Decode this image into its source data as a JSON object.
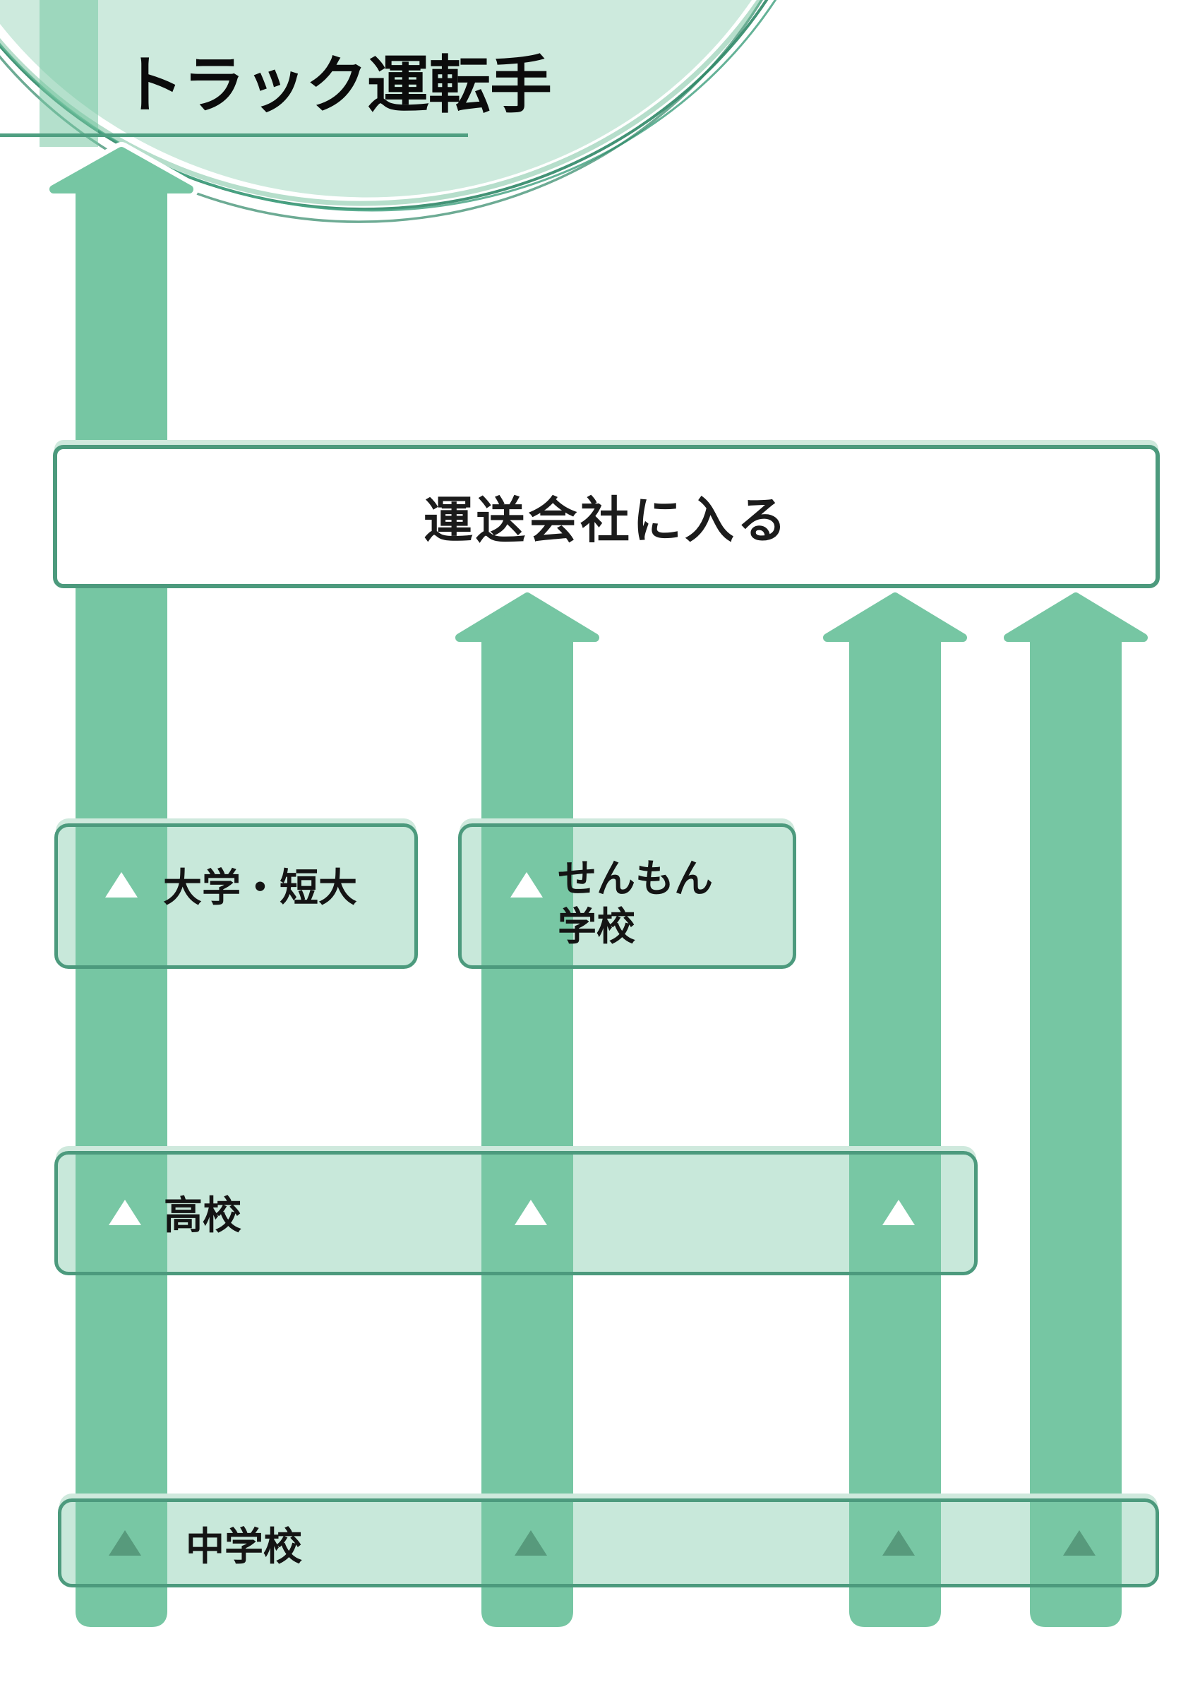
{
  "title": "トラック運転手",
  "goal": {
    "label": "運送会社に入る"
  },
  "university": {
    "label": "大学・短大"
  },
  "vocational": {
    "line1": "せんもん",
    "line2": "学校"
  },
  "high_school": {
    "label": "高校"
  },
  "junior_high": {
    "label": "中学校"
  },
  "icons": {
    "triangle_marker": "▲",
    "arrow_direction": "up"
  },
  "colors": {
    "arrow-green": "#76c6a3",
    "box-fill-light": "#cfe9dd",
    "box-fill-translucent": "rgba(124,199,168,0.42)",
    "box-border": "#4c9a7d",
    "underline-green": "#4f9f81",
    "sketch-green": "#2f8767",
    "circle-fill": "#cdeadd",
    "bar-green": "rgba(118,198,163,0.55)",
    "triangle-dark": "#579a7c",
    "text-black": "#141414"
  }
}
